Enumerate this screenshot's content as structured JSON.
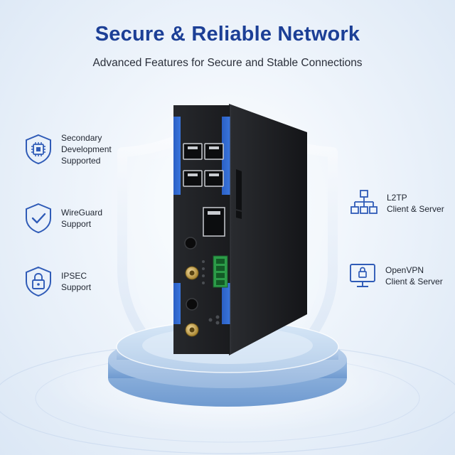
{
  "header": {
    "title": "Secure & Reliable Network",
    "subtitle": "Advanced Features for Secure and Stable Connections"
  },
  "features_left": [
    {
      "icon": "chip-shield-icon",
      "lines": [
        "Secondary",
        "Development",
        "Supported"
      ]
    },
    {
      "icon": "check-shield-icon",
      "lines": [
        "WireGuard",
        "Support"
      ]
    },
    {
      "icon": "lock-shield-icon",
      "lines": [
        "IPSEC",
        "Support"
      ]
    }
  ],
  "features_right": [
    {
      "icon": "network-tree-icon",
      "lines": [
        "L2TP",
        "Client & Server"
      ]
    },
    {
      "icon": "monitor-lock-icon",
      "lines": [
        "OpenVPN",
        "Client & Server"
      ]
    }
  ],
  "colors": {
    "title": "#1c3f96",
    "icon": "#2f5bb7",
    "device_body": "#1d1f22",
    "device_panel": "#2f64c9",
    "terminal": "#28a745"
  }
}
